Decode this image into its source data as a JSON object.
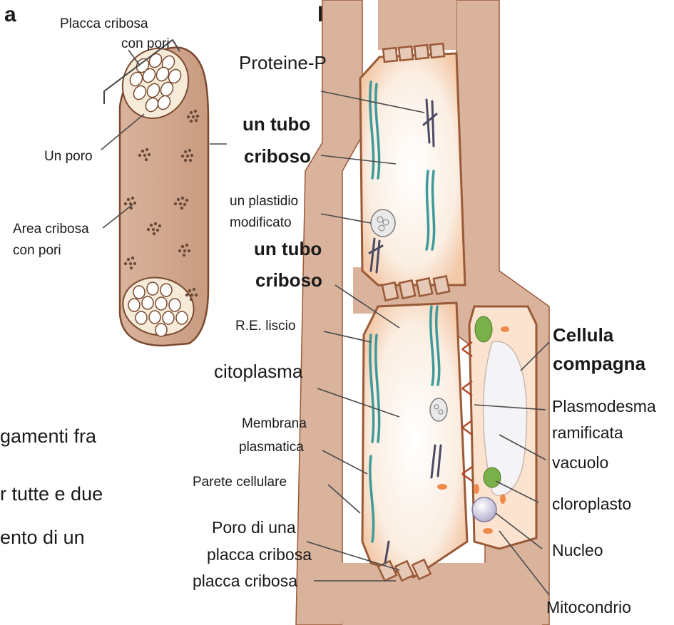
{
  "panel_a": {
    "letter": "a",
    "labels": {
      "sieve_plate_line1": "Placca cribosa",
      "sieve_plate_line2": "con pori",
      "pore": "Un poro",
      "sieve_area_line1": "Area cribosa",
      "sieve_area_line2": "con pori"
    }
  },
  "panel_b": {
    "letter": "b",
    "labels": {
      "p_protein": "Proteine-P",
      "sieve_tube_1_line1": "un tubo",
      "sieve_tube_1_line2": "criboso",
      "plastid_line1": "un plastidio",
      "plastid_line2": "modificato",
      "sieve_tube_2_line1": "un tubo",
      "sieve_tube_2_line2": "criboso",
      "smooth_er": "R.E. liscio",
      "cytoplasm": "citoplasma",
      "membrane_line1": "Membrana",
      "membrane_line2": "plasmatica",
      "cell_wall": "Parete cellulare",
      "plate_pore_line1": "Poro di una",
      "plate_pore_line2": "placca cribosa",
      "sieve_plate": "placca cribosa",
      "companion_line1": "Cellula",
      "companion_line2": "compagna",
      "plasmodesma_line1": "Plasmodesma",
      "plasmodesma_line2": "ramificata",
      "vacuole": "vacuolo",
      "chloroplast": "cloroplasto",
      "nucleus": "Nucleo",
      "mitochondrion": "Mitocondrio"
    }
  },
  "cutoff_text": {
    "line1": "gamenti fra",
    "line2": "r tutte e due",
    "line3": "ento di un"
  },
  "colors": {
    "wall": "#d9b39c",
    "wall_edge": "#9a5a38",
    "cytoplasm": "#f7e2cf",
    "er": "#3e9a9a",
    "p_protein": "#4b4a63",
    "chloroplast": "#7ab04a",
    "mitochondria": "#f08a4b",
    "nucleus": "#e8e4f2"
  }
}
